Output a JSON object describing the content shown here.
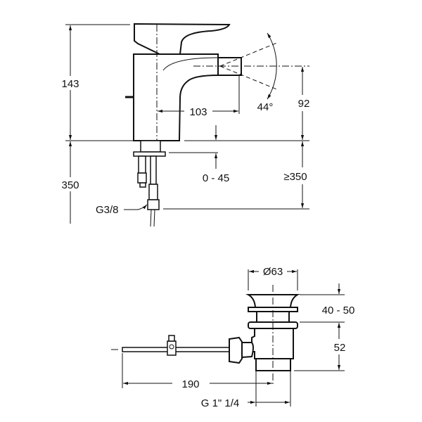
{
  "mixer": {
    "height_total": "143",
    "supply_length": "350",
    "spout_reach": "103",
    "nozzle_height": "92",
    "nozzle_angle": "44°",
    "deck_thickness": "0 - 45",
    "min_clearance": "≥350",
    "connection": "G3/8"
  },
  "waste": {
    "diameter": "Ø63",
    "plug_lift": "40 - 50",
    "body_height": "52",
    "rod_length": "190",
    "thread": "G 1\" 1/4"
  }
}
